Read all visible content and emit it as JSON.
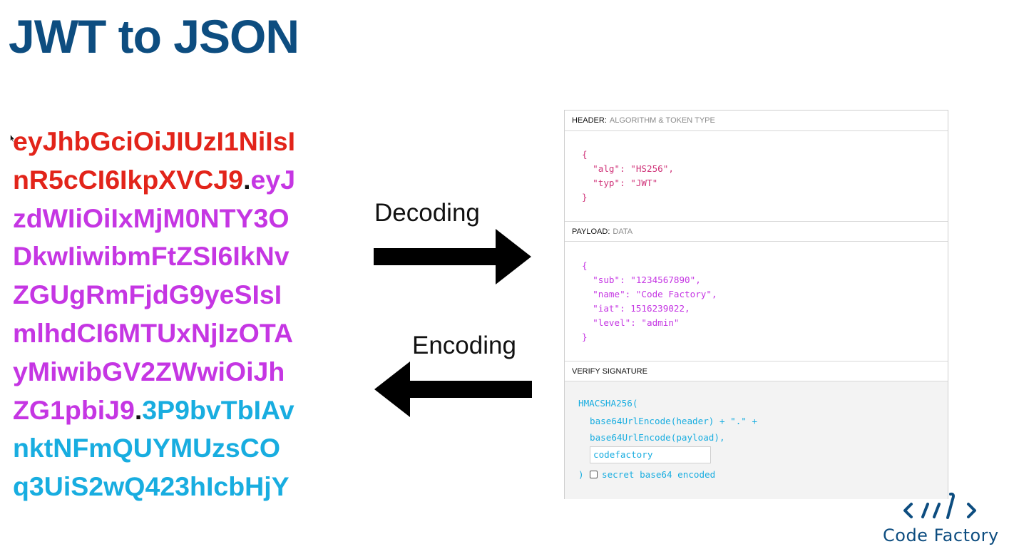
{
  "title": "JWT to JSON",
  "token": {
    "lines": [
      [
        {
          "text": "eyJhbGciOiJIUzI1NiIsI",
          "part": "header"
        }
      ],
      [
        {
          "text": "nR5cCI6IkpXVCJ9",
          "part": "header"
        },
        {
          "text": ".",
          "part": "dot"
        },
        {
          "text": "eyJ",
          "part": "payload"
        }
      ],
      [
        {
          "text": "zdWIiOiIxMjM0NTY3O",
          "part": "payload"
        }
      ],
      [
        {
          "text": "DkwIiwibmFtZSI6IkNv",
          "part": "payload"
        }
      ],
      [
        {
          "text": "ZGUgRmFjdG9yeSIsI",
          "part": "payload"
        }
      ],
      [
        {
          "text": "mlhdCI6MTUxNjIzOTA",
          "part": "payload"
        }
      ],
      [
        {
          "text": "yMiwibGV2ZWwiOiJh",
          "part": "payload"
        }
      ],
      [
        {
          "text": "ZG1pbiJ9",
          "part": "payload"
        },
        {
          "text": ".",
          "part": "dot"
        },
        {
          "text": "3P9bvTbIAv",
          "part": "signature"
        }
      ],
      [
        {
          "text": "nktNFmQUYMUzsCO",
          "part": "signature"
        }
      ],
      [
        {
          "text": "q3UiS2wQ423hIcbHjY",
          "part": "signature"
        }
      ]
    ]
  },
  "arrows": {
    "decoding_label": "Decoding",
    "encoding_label": "Encoding"
  },
  "panel": {
    "header": {
      "title": "HEADER:",
      "subtitle": "ALGORITHM & TOKEN TYPE",
      "code": "{\n  \"alg\": \"HS256\",\n  \"typ\": \"JWT\"\n}"
    },
    "payload": {
      "title": "PAYLOAD:",
      "subtitle": "DATA",
      "code": "{\n  \"sub\": \"1234567890\",\n  \"name\": \"Code Factory\",\n  \"iat\": 1516239022,\n  \"level\": \"admin\"\n}"
    },
    "signature": {
      "title": "VERIFY SIGNATURE",
      "fn_open": "HMACSHA256(",
      "line1": "base64UrlEncode(header) + \".\" +",
      "line2": "base64UrlEncode(payload),",
      "secret_value": "codefactory",
      "close": ")",
      "checkbox_label": "secret base64 encoded"
    }
  },
  "logo": {
    "text": "Code Factory"
  },
  "colors": {
    "title": "#0d4d80",
    "header": "#e2241a",
    "payload": "#c536e3",
    "signature": "#18ade0",
    "dot": "#111111"
  }
}
